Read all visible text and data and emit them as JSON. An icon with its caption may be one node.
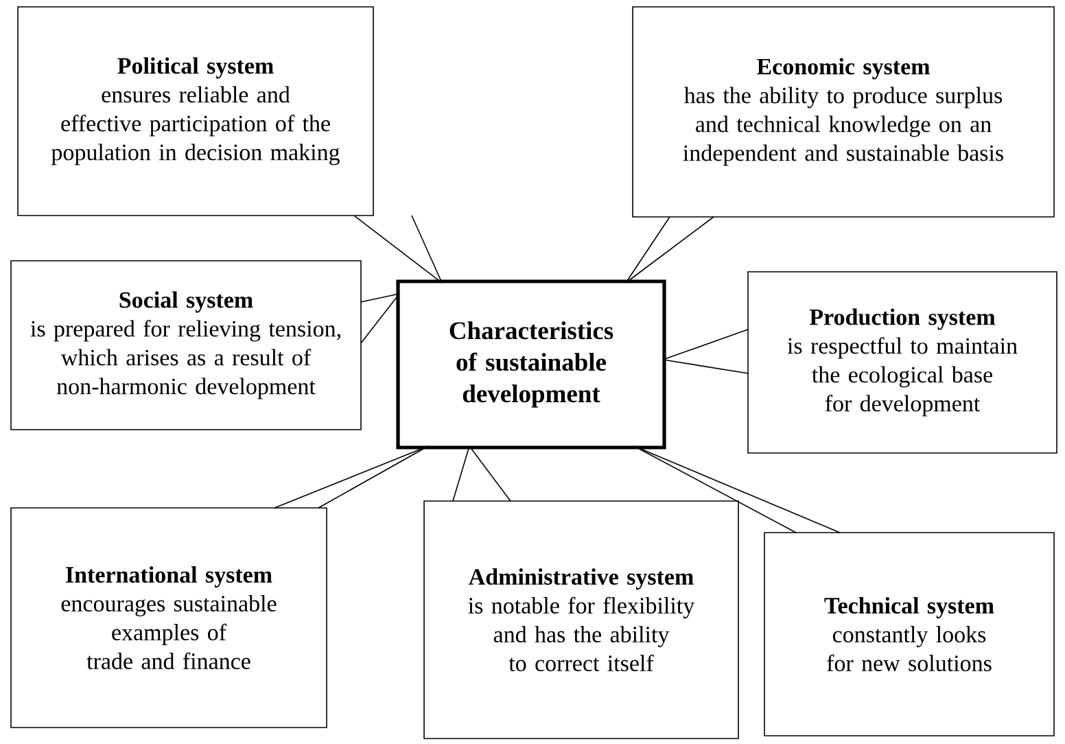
{
  "diagram": {
    "nodes": [
      {
        "text": [
          "Political system",
          "ensures reliable and effective participation of the population in decision making"
        ]
      },
      {
        "text": [
          "Economic system",
          "has the ability to produce surplus and technical knowledge on an independent and sustainable basis"
        ]
      },
      {
        "text": [
          "Social system",
          "is prepared for relieving tension, which arises as a result of non-harmonic development"
        ]
      },
      {
        "text": [
          "Characteristics of sustainable development"
        ]
      },
      {
        "text": [
          "Production system",
          "is respectful to maintain the ecological base for development"
        ]
      },
      {
        "text": [
          "International system",
          "encourages sustainable examples of trade and finance"
        ]
      },
      {
        "text": [
          "Administrative system",
          "is notable for flexibility and has the ability  to correct itself"
        ]
      },
      {
        "text": [
          "Technical system",
          "constantly looks for new solutions"
        ]
      }
    ],
    "edges": [
      {
        "from": 0,
        "to": 3,
        "arrow": "none"
      },
      {
        "from": 1,
        "to": 3,
        "arrow": "none"
      },
      {
        "from": 2,
        "to": 3,
        "arrow": "none"
      },
      {
        "from": 4,
        "to": 3,
        "arrow": "none"
      },
      {
        "from": 5,
        "to": 3,
        "arrow": "none"
      },
      {
        "from": 6,
        "to": 3,
        "arrow": "none"
      },
      {
        "from": 7,
        "to": 3,
        "arrow": "none"
      }
    ]
  }
}
